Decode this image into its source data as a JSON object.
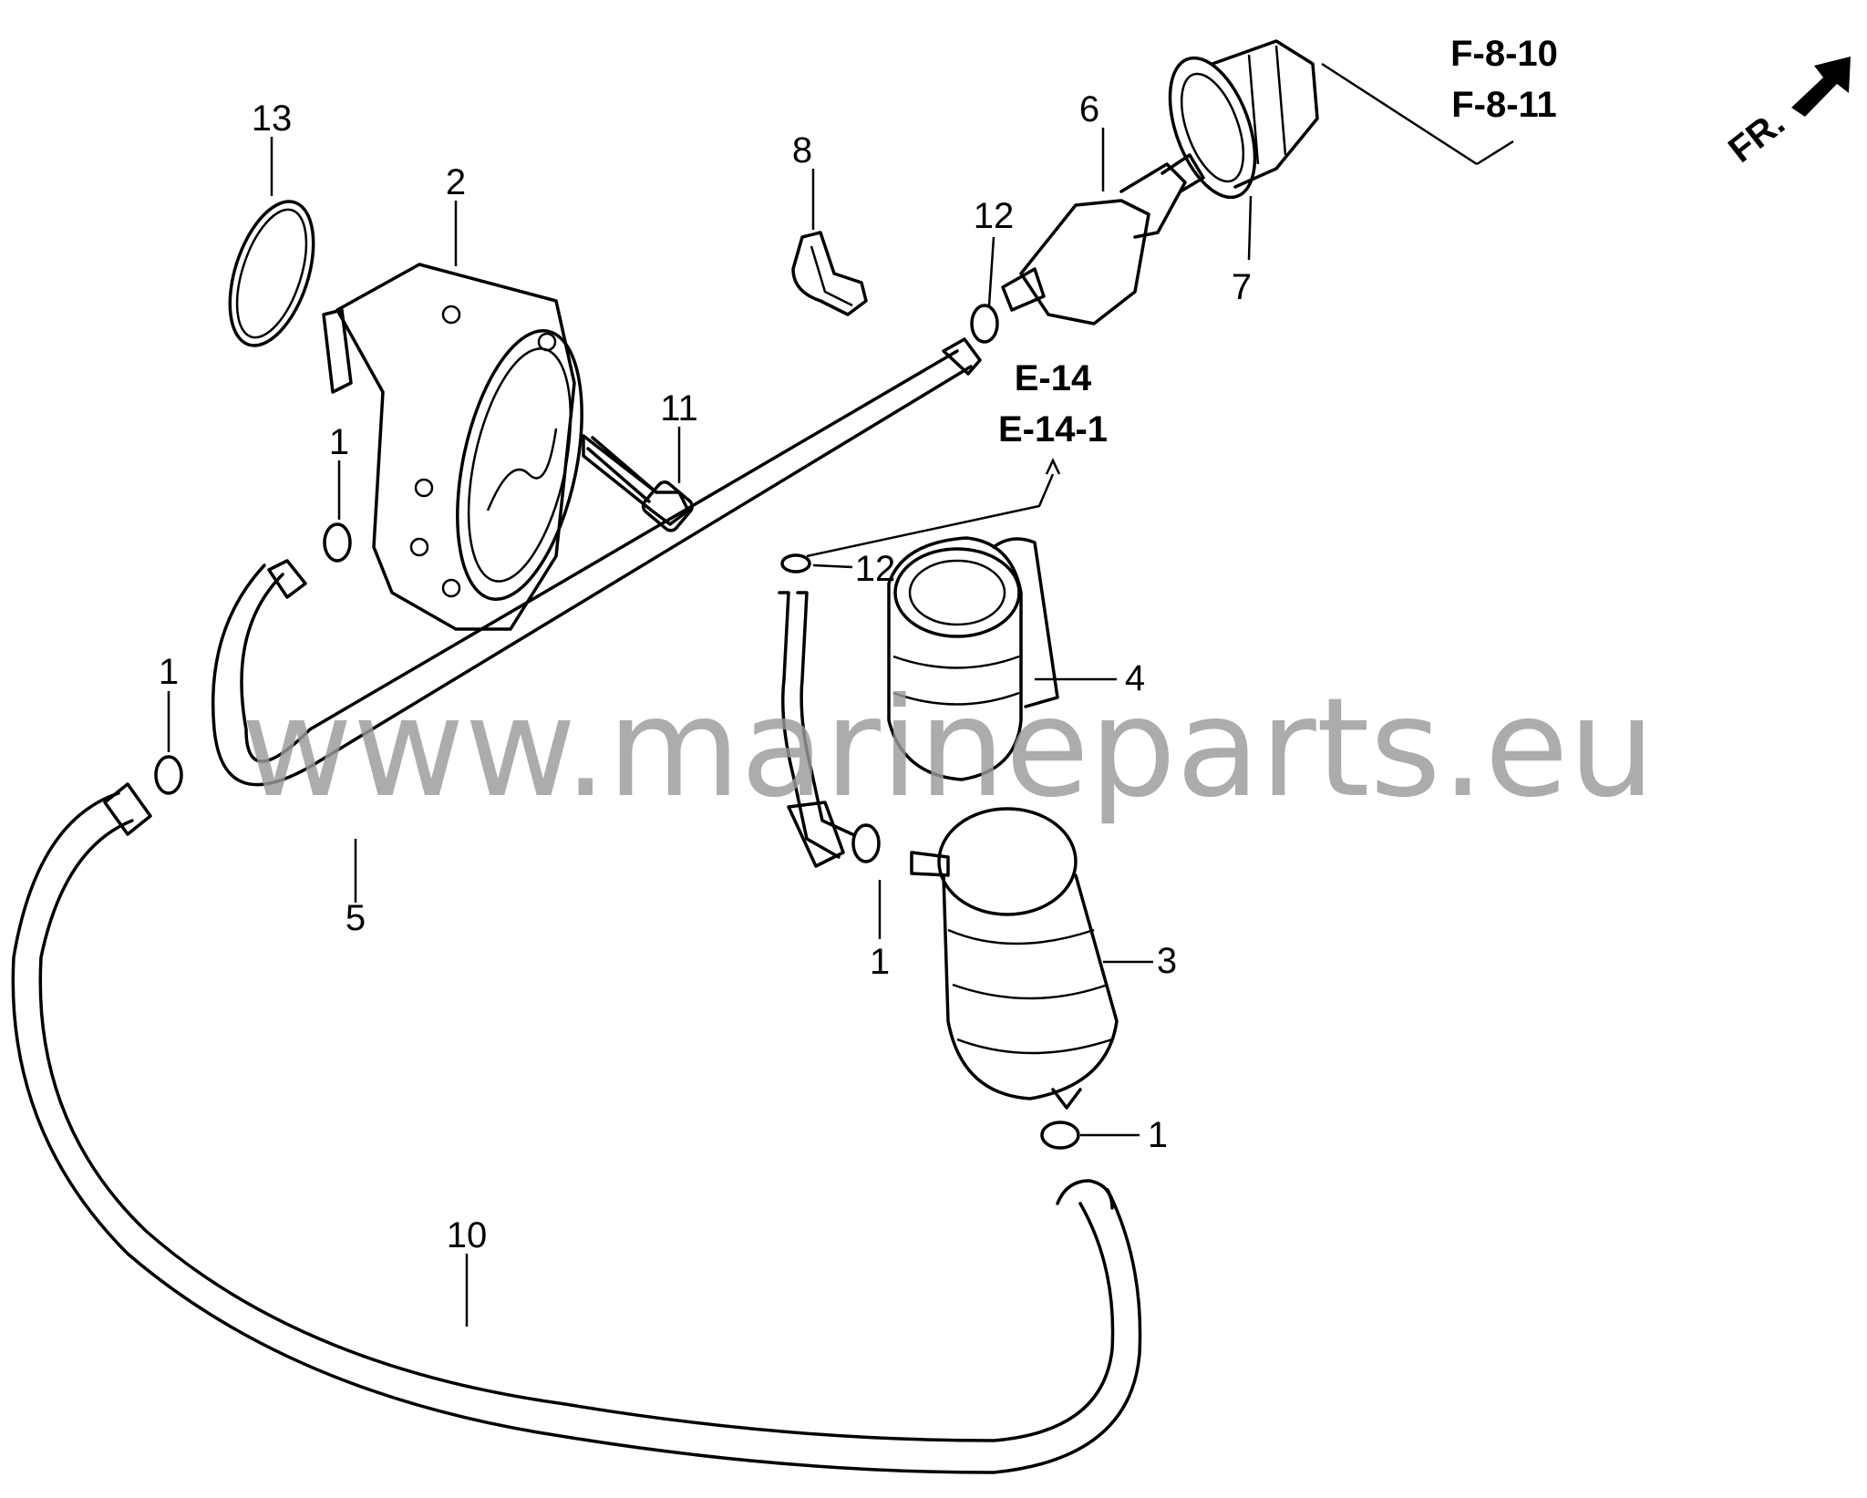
{
  "callouts": {
    "c1a": "1",
    "c1b": "1",
    "c1c": "1",
    "c1d": "1",
    "c2": "2",
    "c3": "3",
    "c4": "4",
    "c5": "5",
    "c6": "6",
    "c7": "7",
    "c8": "8",
    "c10": "10",
    "c11": "11",
    "c12a": "12",
    "c12b": "12",
    "c13": "13"
  },
  "references": {
    "f8_10": "F-8-10",
    "f8_11": "F-8-11",
    "e14": "E-14",
    "e14_1": "E-14-1"
  },
  "orientation": {
    "label": "FR."
  },
  "watermark": "www.marineparts.eu"
}
